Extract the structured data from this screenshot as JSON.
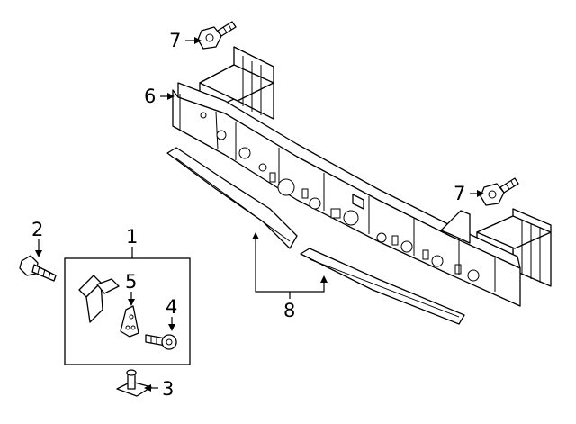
{
  "diagram": {
    "callouts": {
      "c1": "1",
      "c2": "2",
      "c3": "3",
      "c4": "4",
      "c5": "5",
      "c6": "6",
      "c7a": "7",
      "c7b": "7",
      "c8": "8"
    }
  }
}
